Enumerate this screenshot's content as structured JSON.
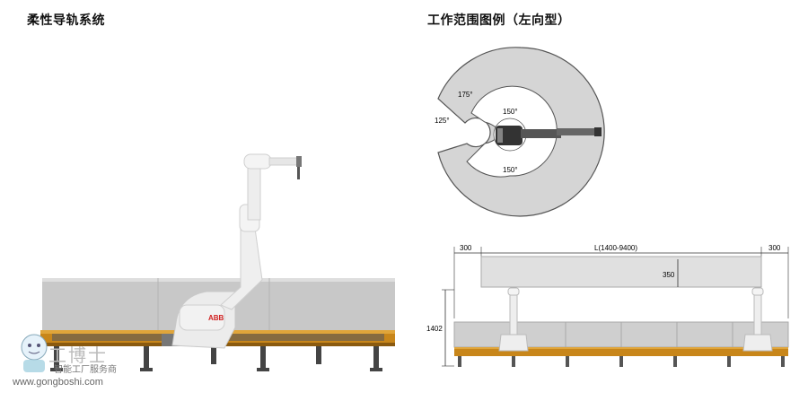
{
  "left": {
    "title": "柔性导轨系统",
    "robot_logo": "ABB"
  },
  "right": {
    "title": "工作范围图例（左向型）"
  },
  "workspace": {
    "angle_top_left_outer": "175°",
    "angle_top_left_inner": "125°",
    "angle_top_center": "150°",
    "angle_bottom_center": "150°"
  },
  "dimensions": {
    "left_offset": "300",
    "rail_length": "L(1400-9400)",
    "right_offset": "300",
    "height_offset": "350",
    "total_height": "1402"
  },
  "watermark": {
    "brand": "工博士",
    "slogan": "智能工厂服务商",
    "url": "www.gongboshi.com"
  }
}
